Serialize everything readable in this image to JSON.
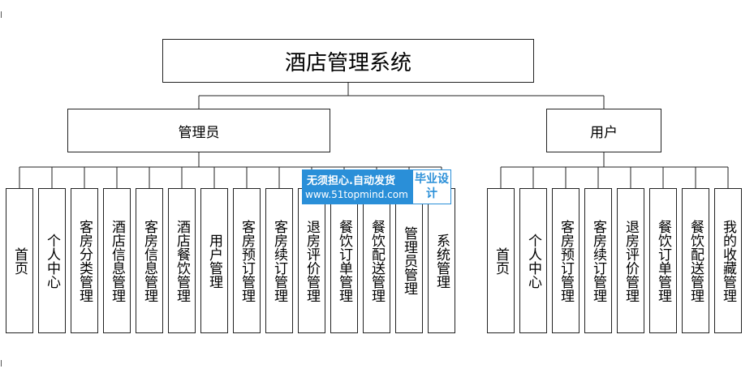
{
  "diagram": {
    "root": "酒店管理系统",
    "admin": {
      "label": "管理员",
      "children": [
        "首页",
        "个人中心",
        "客房分类管理",
        "酒店信息管理",
        "客房信息管理",
        "酒店餐饮管理",
        "用户管理",
        "客房预订管理",
        "客房续订管理",
        "退房评价管理",
        "餐饮订单管理",
        "餐饮配送管理",
        "管理员管理",
        "系统管理"
      ]
    },
    "user": {
      "label": "用户",
      "children": [
        "首页",
        "个人中心",
        "客房预订管理",
        "客房续订管理",
        "退房评价管理",
        "餐饮订单管理",
        "餐饮配送管理",
        "我的收藏管理"
      ]
    }
  },
  "watermark": {
    "line1": "无须担心.自动发货",
    "line2": "www.51topmind.com",
    "badge": "毕业设计",
    "color": "#2a8fd8"
  }
}
